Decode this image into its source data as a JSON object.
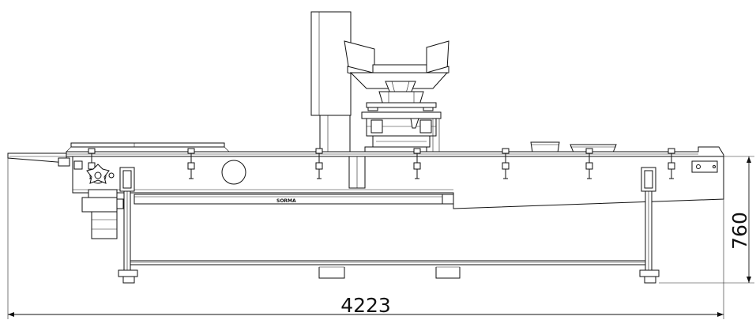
{
  "drawing": {
    "brand_label": "SORMA",
    "dimensions": {
      "overall_length": "4223",
      "height": "760"
    }
  },
  "colors": {
    "line": "#111111",
    "background": "#ffffff"
  }
}
